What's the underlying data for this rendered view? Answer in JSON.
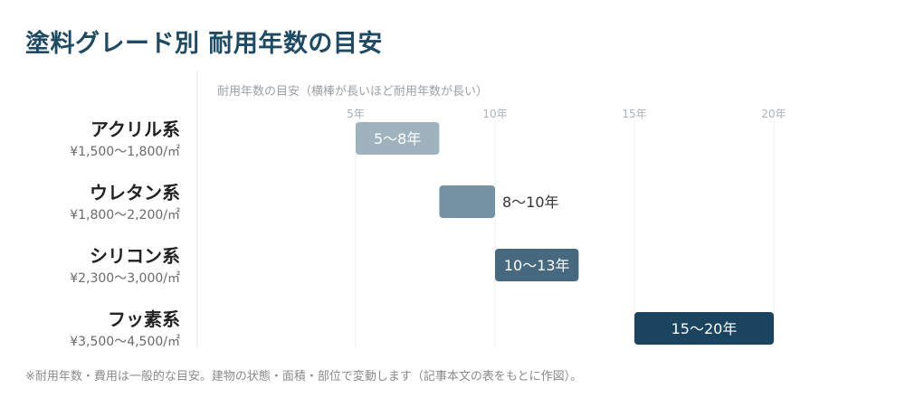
{
  "title": "塗料グレード別 耐用年数の目安",
  "footnote": "※耐用年数・費用は一般的な目安。建物の状態・面積・部位で変動します（記事本文の表をもとに作図）。",
  "chart_data": {
    "type": "bar",
    "orientation": "horizontal-range",
    "xlabel": "耐用年数の目安（横棒が長いほど耐用年数が長い）",
    "xlim": [
      0,
      21
    ],
    "xticks": [
      5,
      10,
      15,
      20
    ],
    "xtick_labels": [
      "5年",
      "10年",
      "15年",
      "20年"
    ],
    "grid": true,
    "categories": [
      {
        "name": "アクリル系",
        "price": "¥1,500〜1,800/㎡",
        "start": 5,
        "end": 8,
        "label": "5〜8年",
        "color": "#9fb3bf",
        "label_inside": true
      },
      {
        "name": "ウレタン系",
        "price": "¥1,800〜2,200/㎡",
        "start": 8,
        "end": 10,
        "label": "8〜10年",
        "color": "#7393a4",
        "label_inside": false
      },
      {
        "name": "シリコン系",
        "price": "¥2,300〜3,000/㎡",
        "start": 10,
        "end": 13,
        "label": "10〜13年",
        "color": "#47697f",
        "label_inside": true
      },
      {
        "name": "フッ素系",
        "price": "¥3,500〜4,500/㎡",
        "start": 15,
        "end": 20,
        "label": "15〜20年",
        "color": "#1b4460",
        "label_inside": true
      }
    ]
  }
}
